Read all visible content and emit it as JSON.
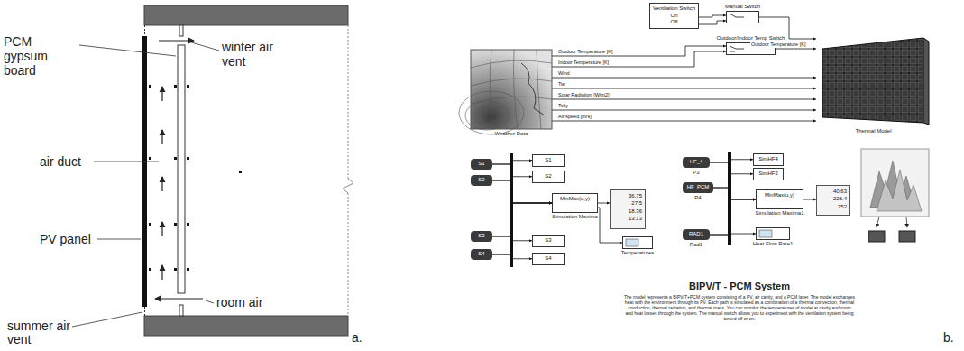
{
  "diagram": {
    "nodes": [
      {
        "text": [
          "Ventilation Switch",
          "On",
          "Off"
        ]
      },
      {
        "text": [
          "Manual Switch"
        ]
      },
      {
        "text": [
          "Outdoor/Indoor Temp Switch"
        ]
      },
      {
        "text": [
          "Weather Data"
        ]
      },
      {
        "text": [
          "Thermal Model"
        ]
      },
      {
        "text": [
          "S1"
        ]
      },
      {
        "text": [
          "S2"
        ]
      },
      {
        "text": [
          "S3"
        ]
      },
      {
        "text": [
          "S4"
        ]
      },
      {
        "text": [
          "S1"
        ]
      },
      {
        "text": [
          "S2"
        ]
      },
      {
        "text": [
          "MinMax(u,y)",
          "Simulation Maxima"
        ]
      },
      {
        "text": [
          "36.75",
          "27.5",
          "18.36",
          "13.13"
        ]
      },
      {
        "text": [
          "S3"
        ]
      },
      {
        "text": [
          "S4"
        ]
      },
      {
        "text": [
          "Temperatures"
        ]
      },
      {
        "text": [
          "HF_4",
          "P3"
        ]
      },
      {
        "text": [
          "HF_PCM",
          "P4"
        ]
      },
      {
        "text": [
          "RAD1",
          "Rad1"
        ]
      },
      {
        "text": [
          "SimHF4"
        ]
      },
      {
        "text": [
          "SimHF2"
        ]
      },
      {
        "text": [
          "MinMax(u,y)",
          "Simulation Maxima1"
        ]
      },
      {
        "text": [
          "40.63",
          "226.4",
          "752"
        ]
      },
      {
        "text": [
          "Heat Flow Rate1"
        ]
      }
    ],
    "edges": [
      {
        "from": 0,
        "to": 1,
        "arrow": "to"
      },
      {
        "from": 0,
        "to": 1,
        "arrow": "to"
      },
      {
        "from": 1,
        "to": 4,
        "arrow": "to"
      },
      {
        "from": 3,
        "to": 2,
        "label": "Outdoor Temperature [K]",
        "arrow": "to"
      },
      {
        "from": 3,
        "to": 2,
        "label": "Indoor Temperature [K]",
        "arrow": "to"
      },
      {
        "from": 2,
        "to": 4,
        "label": "Outdoor Temperature [K]",
        "arrow": "to"
      },
      {
        "from": 3,
        "to": 4,
        "label": "Wind",
        "arrow": "to"
      },
      {
        "from": 3,
        "to": 4,
        "label": "Tw",
        "arrow": "to"
      },
      {
        "from": 3,
        "to": 4,
        "label": "Solar Radiation [W/m2]",
        "arrow": "to"
      },
      {
        "from": 3,
        "to": 4,
        "label": "Tsky",
        "arrow": "to"
      },
      {
        "from": 3,
        "to": 4,
        "label": "Air speed [m/s]",
        "arrow": "to"
      },
      {
        "from": 5,
        "to": 9,
        "arrow": "to"
      },
      {
        "from": 6,
        "to": 10,
        "arrow": "to"
      },
      {
        "from": 7,
        "to": 13,
        "arrow": "to"
      },
      {
        "from": 8,
        "to": 14,
        "arrow": "to"
      },
      {
        "from": 5,
        "to": 11,
        "arrow": "to"
      },
      {
        "from": 6,
        "to": 11,
        "arrow": "to"
      },
      {
        "from": 7,
        "to": 11,
        "arrow": "to"
      },
      {
        "from": 8,
        "to": 11,
        "arrow": "to"
      },
      {
        "from": 11,
        "to": 12,
        "arrow": "to"
      },
      {
        "from": 11,
        "to": 15,
        "arrow": "to"
      },
      {
        "from": 16,
        "to": 19,
        "arrow": "to"
      },
      {
        "from": 17,
        "to": 20,
        "arrow": "to"
      },
      {
        "from": 18,
        "to": 23,
        "arrow": "to"
      },
      {
        "from": 16,
        "to": 21,
        "arrow": "to"
      },
      {
        "from": 17,
        "to": 21,
        "arrow": "to"
      },
      {
        "from": 18,
        "to": 21,
        "arrow": "to"
      },
      {
        "from": 21,
        "to": 22,
        "arrow": "to"
      }
    ],
    "labels": [
      "PCM gypsum board",
      "winter air vent",
      "air duct",
      "PV panel",
      "room air",
      "summer air vent",
      "a.",
      "BIPV/T - PCM System",
      "The model represents a BIPV/T+PCM system consisting of a PV, air cavity, and a PCM layer. The model exchanges heat with the environment through its PV. Each path is simulated as a combination of a thermal convection, thermal conduction, thermal radiation, and thermal mass. You can monitor the temperatures of model at cavity and room and heat losses through the system. The manual switch allows you to experiment with the ventilation system being turned off or on.",
      "b."
    ]
  }
}
